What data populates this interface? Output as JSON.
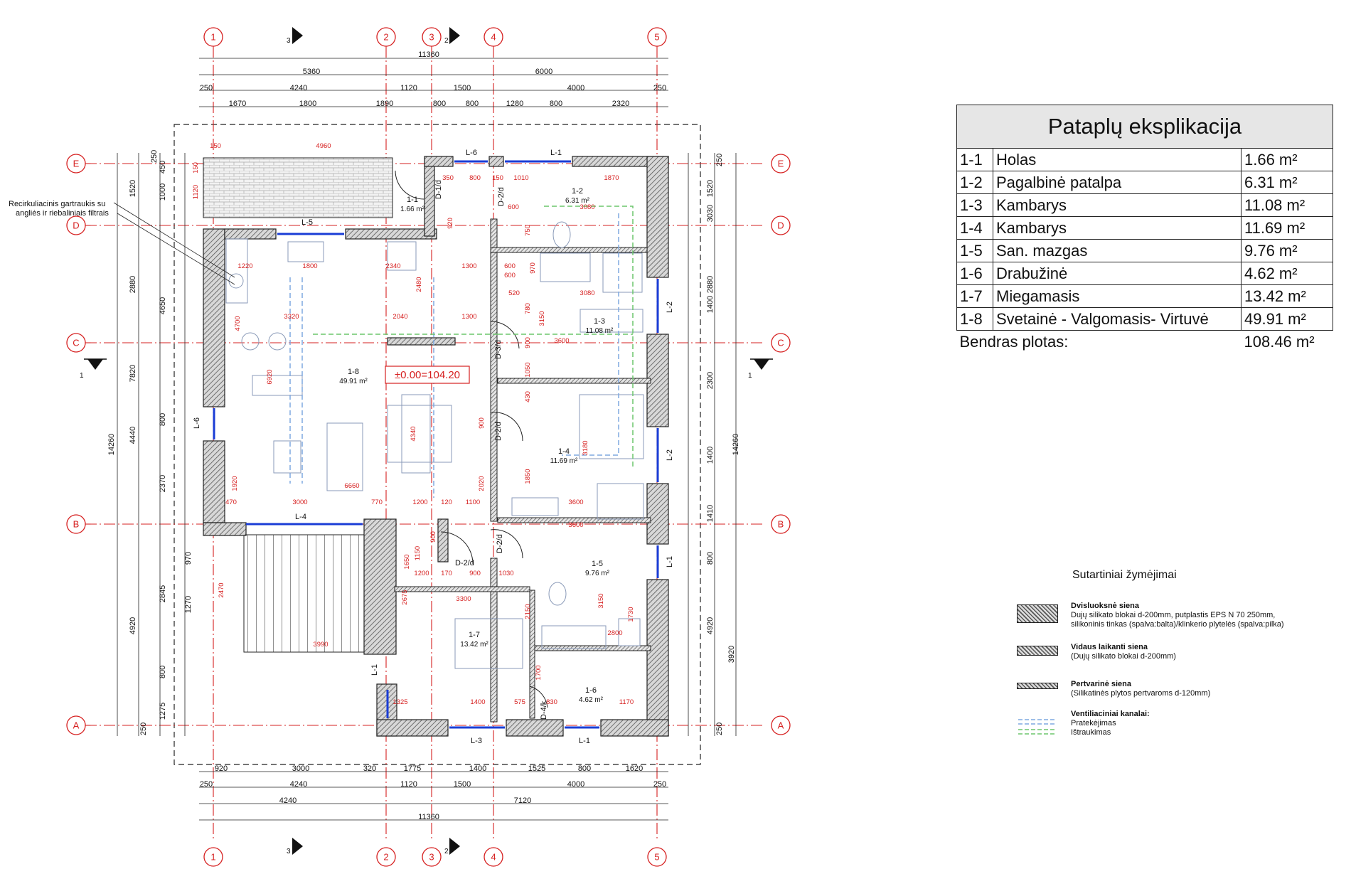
{
  "grid": {
    "columns": [
      "1",
      "2",
      "3",
      "4",
      "5"
    ],
    "rows": [
      "E",
      "D",
      "C",
      "B",
      "A"
    ],
    "section_marks": [
      "3",
      "2",
      "1",
      "1"
    ]
  },
  "dims": {
    "top_overall": "11360",
    "top_row2": [
      "5360",
      "6000"
    ],
    "top_row3": [
      "250",
      "4240",
      "1120",
      "1500",
      "4000",
      "250"
    ],
    "top_row4": [
      "1670",
      "1800",
      "1890",
      "800",
      "800",
      "1280",
      "800",
      "2320"
    ],
    "bottom_row1": [
      "920",
      "3000",
      "320",
      "1775",
      "1400",
      "1525",
      "800",
      "1620"
    ],
    "bottom_row2": [
      "250",
      "4240",
      "1120",
      "1500",
      "4000",
      "250"
    ],
    "bottom_row3": [
      "4240",
      "7120"
    ],
    "bottom_overall": "11360",
    "left_outer": "14260",
    "left_mid": [
      "7820"
    ],
    "left_a": [
      "1520",
      "2880",
      "4440",
      "4920"
    ],
    "left_b": [
      "250",
      "450",
      "1000",
      "4650",
      "800",
      "2370",
      "970",
      "1270",
      "2845",
      "800",
      "1275",
      "250"
    ],
    "right_outer": "14260",
    "right_a": [
      "1520",
      "2880",
      "4920"
    ],
    "right_b": [
      "250",
      "3030",
      "1400",
      "2300",
      "1400",
      "1410",
      "800",
      "3920",
      "250"
    ]
  },
  "annotations": {
    "hood_note": [
      "Recirkuliacinis gartraukis su",
      "angliės ir riebaliniais filtrais"
    ],
    "elevation": "±0.00=104.20"
  },
  "openings": {
    "windows": [
      "L-6",
      "L-1",
      "L-5",
      "L-2",
      "L-6",
      "L-2",
      "L-4",
      "L-1",
      "L-1",
      "L-3",
      "L-1"
    ],
    "doors": [
      "D-1/d",
      "D-2/d",
      "D-3/d",
      "D-2/d",
      "D-2/d",
      "D-2/d",
      "D-4/k"
    ]
  },
  "plan_rooms": [
    {
      "id": "1-1",
      "area": "1.66 m²"
    },
    {
      "id": "1-2",
      "area": "6.31 m²"
    },
    {
      "id": "1-3",
      "area": "11.08 m²"
    },
    {
      "id": "1-4",
      "area": "11.69 m²"
    },
    {
      "id": "1-5",
      "area": "9.76 m²"
    },
    {
      "id": "1-6",
      "area": "4.62 m²"
    },
    {
      "id": "1-7",
      "area": "13.42 m²"
    },
    {
      "id": "1-8",
      "area": "49.91 m²"
    }
  ],
  "inner_dims": [
    "4960",
    "150",
    "150",
    "1120",
    "350",
    "800",
    "150",
    "1010",
    "1870",
    "3080",
    "600",
    "920",
    "750",
    "1220",
    "1800",
    "2340",
    "1300",
    "600",
    "2480",
    "600",
    "970",
    "520",
    "3080",
    "780",
    "3320",
    "2040",
    "1300",
    "4700",
    "3150",
    "900",
    "3600",
    "6920",
    "1050",
    "430",
    "4340",
    "900",
    "3180",
    "1920",
    "6660",
    "2020",
    "1850",
    "3600",
    "470",
    "3000",
    "770",
    "1200",
    "120",
    "1100",
    "3600",
    "900",
    "1150",
    "1200",
    "170",
    "900",
    "1030",
    "2675",
    "3300",
    "2150",
    "3150",
    "3990",
    "2800",
    "1700",
    "1325",
    "1400",
    "575",
    "830",
    "1170",
    "2470",
    "1650",
    "1730"
  ],
  "explication": {
    "title": "Pataplų eksplikacija",
    "rows": [
      {
        "id": "1-1",
        "name": "Holas",
        "area": "1.66 m²"
      },
      {
        "id": "1-2",
        "name": "Pagalbinė patalpa",
        "area": "6.31 m²"
      },
      {
        "id": "1-3",
        "name": "Kambarys",
        "area": "11.08 m²"
      },
      {
        "id": "1-4",
        "name": "Kambarys",
        "area": "11.69 m²"
      },
      {
        "id": "1-5",
        "name": "San. mazgas",
        "area": "9.76 m²"
      },
      {
        "id": "1-6",
        "name": "Drabužinė",
        "area": "4.62 m²"
      },
      {
        "id": "1-7",
        "name": "Miegamasis",
        "area": "13.42 m²"
      },
      {
        "id": "1-8",
        "name": "Svetainė - Valgomasis- Virtuvė",
        "area": "49.91 m²"
      }
    ],
    "total_label": "Bendras plotas:",
    "total_value": "108.46 m²"
  },
  "legend": {
    "title": "Sutartiniai žymėjimai",
    "items": [
      {
        "name": "Dvisluoksnė siena",
        "desc": [
          "Dujų silikato blokai d-200mm, putplastis EPS N 70 250mm,",
          "silikoninis tinkas (spalva:balta)/klinkerio plytelės (spalva:pilka)"
        ]
      },
      {
        "name": "Vidaus laikanti siena",
        "desc": [
          "(Dujų silikato blokai d-200mm)"
        ]
      },
      {
        "name": "Pertvarinė siena",
        "desc": [
          "(Silikatinės plytos pertvaroms d-120mm)"
        ]
      }
    ],
    "vent_title": "Ventiliaciniai kanalai:",
    "vent_items": [
      "Pratekėjimas",
      "Ištraukimas"
    ]
  },
  "colors": {
    "red": "#d62020",
    "wall_hatch": "#555555",
    "window_blue": "#1a3dd6",
    "vent_supply": "#7fa8e0",
    "vent_extract": "#6cc56c",
    "ink": "#111111"
  }
}
